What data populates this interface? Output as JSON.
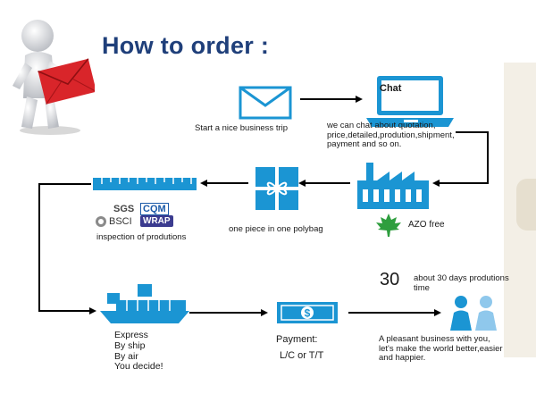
{
  "title": "How to order :",
  "steps": {
    "trip": "Start a nice business trip",
    "chat_screen": "Chat",
    "chat": "we can chat about quotation,\nprice,detailed,prodution,shipment,\npayment and so on.",
    "azo": "AZO free",
    "polybag": "one piece in one polybag",
    "inspection": "inspection of produtions",
    "shipping": "Express\nBy ship\nBy air\nYou decide!",
    "payment_title": "Payment:",
    "payment_terms": "L/C or T/T",
    "days_number": "30",
    "days": "about 30 days produtions\ntime",
    "pleasant": "A pleasant business with you,\nlet's make the world better,easier\nand happier."
  },
  "logos": {
    "sgs": "SGS",
    "cqm": "CQM",
    "bsci": "BSCI",
    "wrap": "WRAP"
  },
  "icons": {
    "person": "stick-figure-holding-envelope-icon",
    "envelope": "envelope-icon",
    "laptop": "laptop-icon",
    "factory": "factory-icon",
    "leaf": "maple-leaf-icon",
    "package": "gift-package-icon",
    "ruler": "ruler-icon",
    "ship": "cargo-ship-icon",
    "money": "banknote-icon",
    "people": "people-icon"
  },
  "colors": {
    "blue": "#1b95d3",
    "navy": "#1f3f7a",
    "red": "#d9252a",
    "green": "#2e9e3e"
  }
}
